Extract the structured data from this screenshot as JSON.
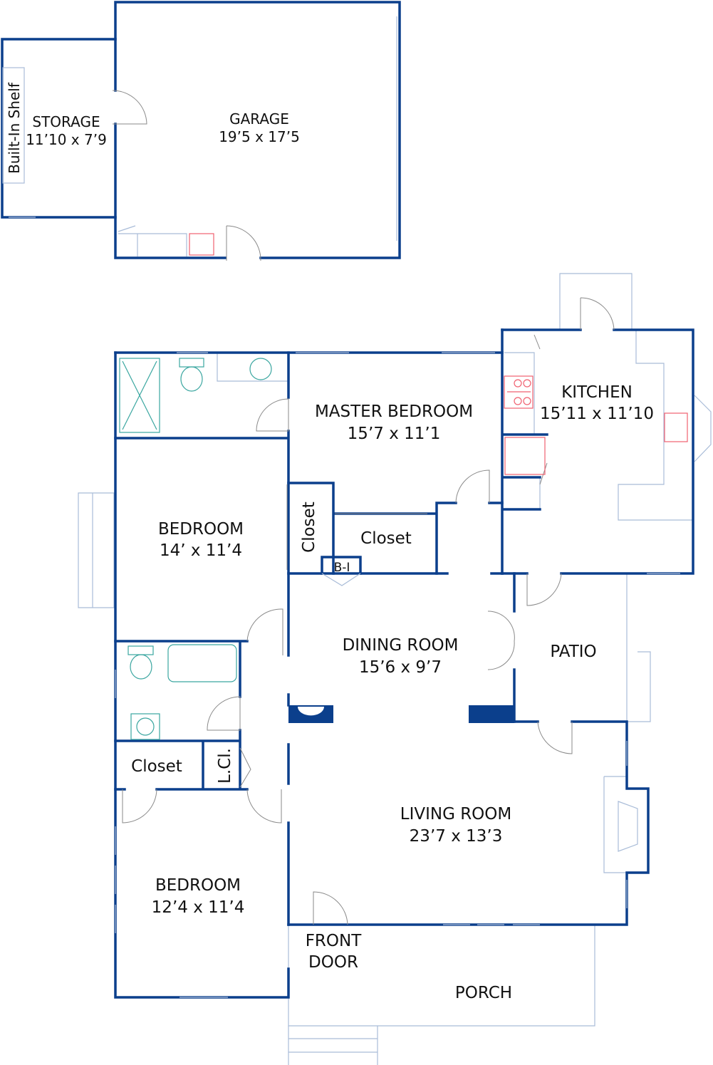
{
  "rooms": {
    "storage": {
      "name": "STORAGE",
      "size": "11’10 x 7’9"
    },
    "built_in_shelf": "Built-In Shelf",
    "garage": {
      "name": "GARAGE",
      "size": "19’5 x 17’5"
    },
    "master_bedroom": {
      "name": "MASTER BEDROOM",
      "size": "15’7 x 11’1"
    },
    "kitchen": {
      "name": "KITCHEN",
      "size": "15’11 x 11’10"
    },
    "bedroom1": {
      "name": "BEDROOM",
      "size": "14’ x 11’4"
    },
    "closet_vertical": "Closet",
    "closet_master": "Closet",
    "built_in": "B-I",
    "dining_room": {
      "name": "DINING ROOM",
      "size": "15’6 x 9’7"
    },
    "patio": "PATIO",
    "hall_closet": "Closet",
    "linen_closet": "L.Cl.",
    "living_room": {
      "name": "LIVING ROOM",
      "size": "23’7 x 13’3"
    },
    "bedroom2": {
      "name": "BEDROOM",
      "size": "12’4 x 11’4"
    },
    "front_door": {
      "line1": "FRONT",
      "line2": "DOOR"
    },
    "porch": "PORCH"
  },
  "colors": {
    "wall": "#0b3f8c",
    "fixture_kitchen": "#f06070",
    "fixture_bath": "#3aa6a0"
  }
}
